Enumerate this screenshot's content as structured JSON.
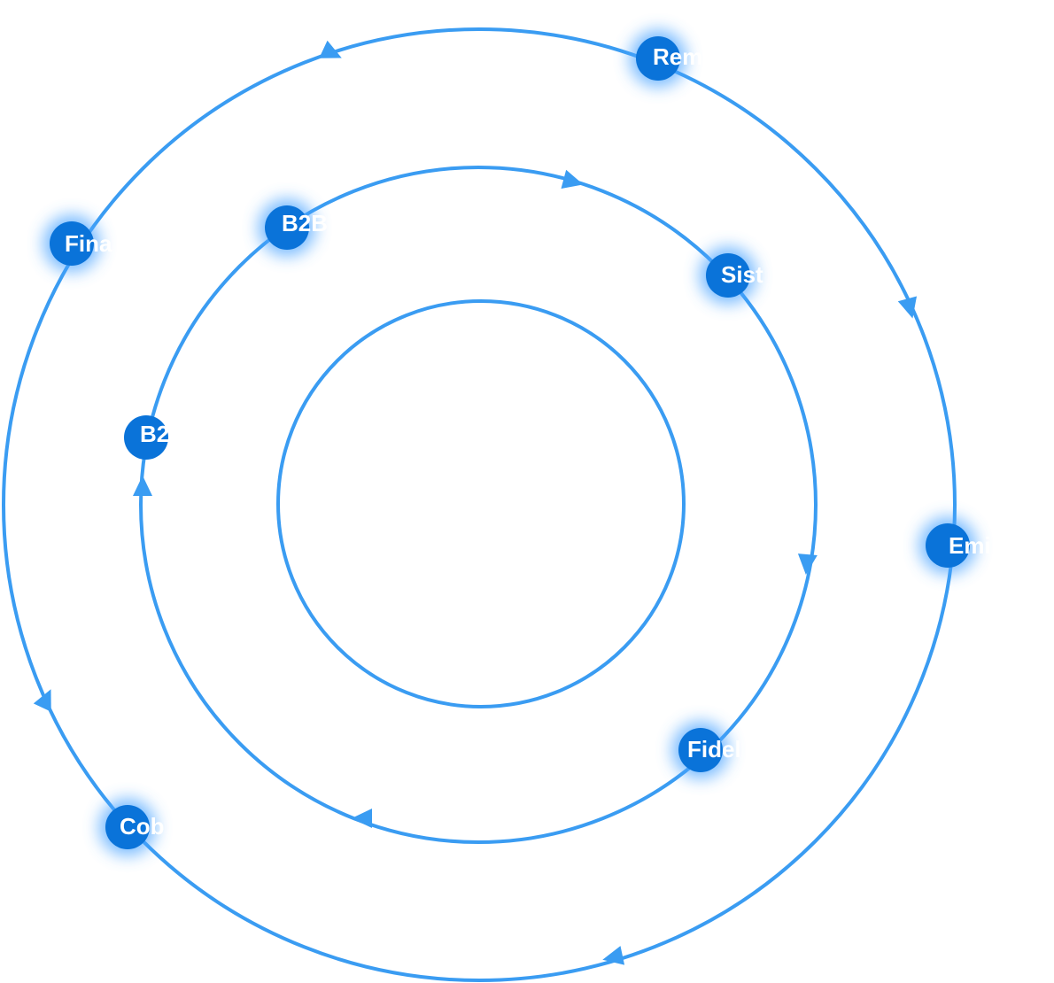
{
  "colors": {
    "ring": "#3a9cf2",
    "node": "#0a73d9",
    "glow": "#4aa3ff",
    "label": "#ffffff",
    "background": "#ffffff"
  },
  "nodes": [
    {
      "id": "rem",
      "label": "Rem",
      "ring": "outer"
    },
    {
      "id": "fina",
      "label": "Fina",
      "ring": "outer"
    },
    {
      "id": "emi",
      "label": "Emi",
      "ring": "outer"
    },
    {
      "id": "cob",
      "label": "Cob",
      "ring": "outer"
    },
    {
      "id": "b2b",
      "label": "B2B",
      "ring": "middle"
    },
    {
      "id": "sist",
      "label": "Sist",
      "ring": "middle"
    },
    {
      "id": "b2",
      "label": "B2",
      "ring": "middle"
    },
    {
      "id": "fidel",
      "label": "Fidel",
      "ring": "middle"
    }
  ]
}
